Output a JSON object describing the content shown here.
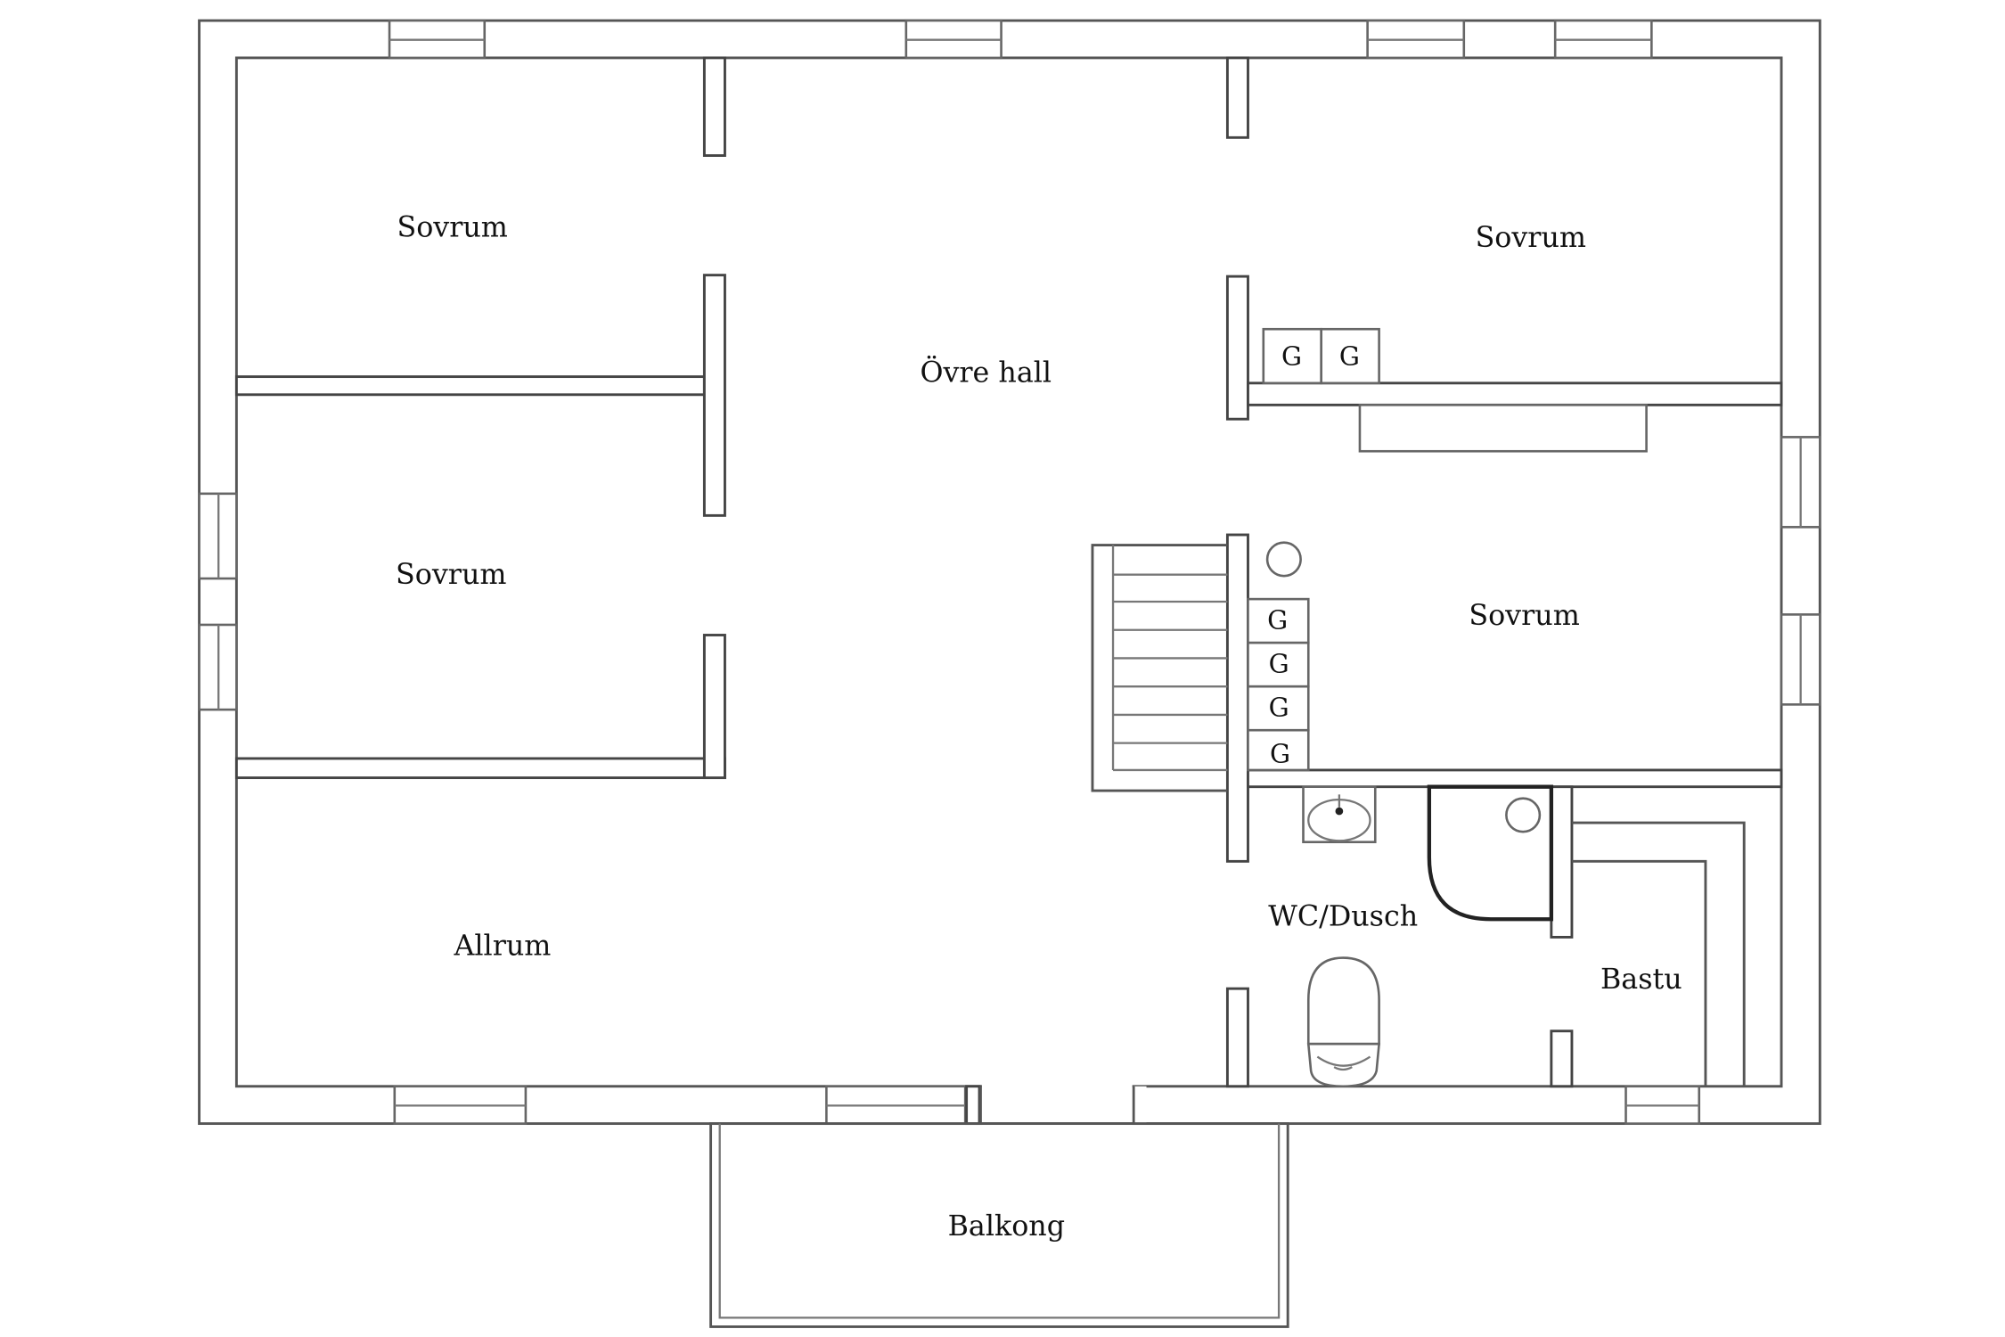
{
  "rooms": {
    "sovrum_nw": "Sovrum",
    "sovrum_w": "Sovrum",
    "ovre_hall": "Övre hall",
    "sovrum_ne": "Sovrum",
    "sovrum_e": "Sovrum",
    "allrum": "Allrum",
    "wc_dusch": "WC/Dusch",
    "bastu": "Bastu",
    "balkong": "Balkong"
  },
  "wardrobe": {
    "label": "G"
  },
  "colors": {
    "wall": "#444444",
    "background": "#ffffff",
    "text": "#111111"
  }
}
